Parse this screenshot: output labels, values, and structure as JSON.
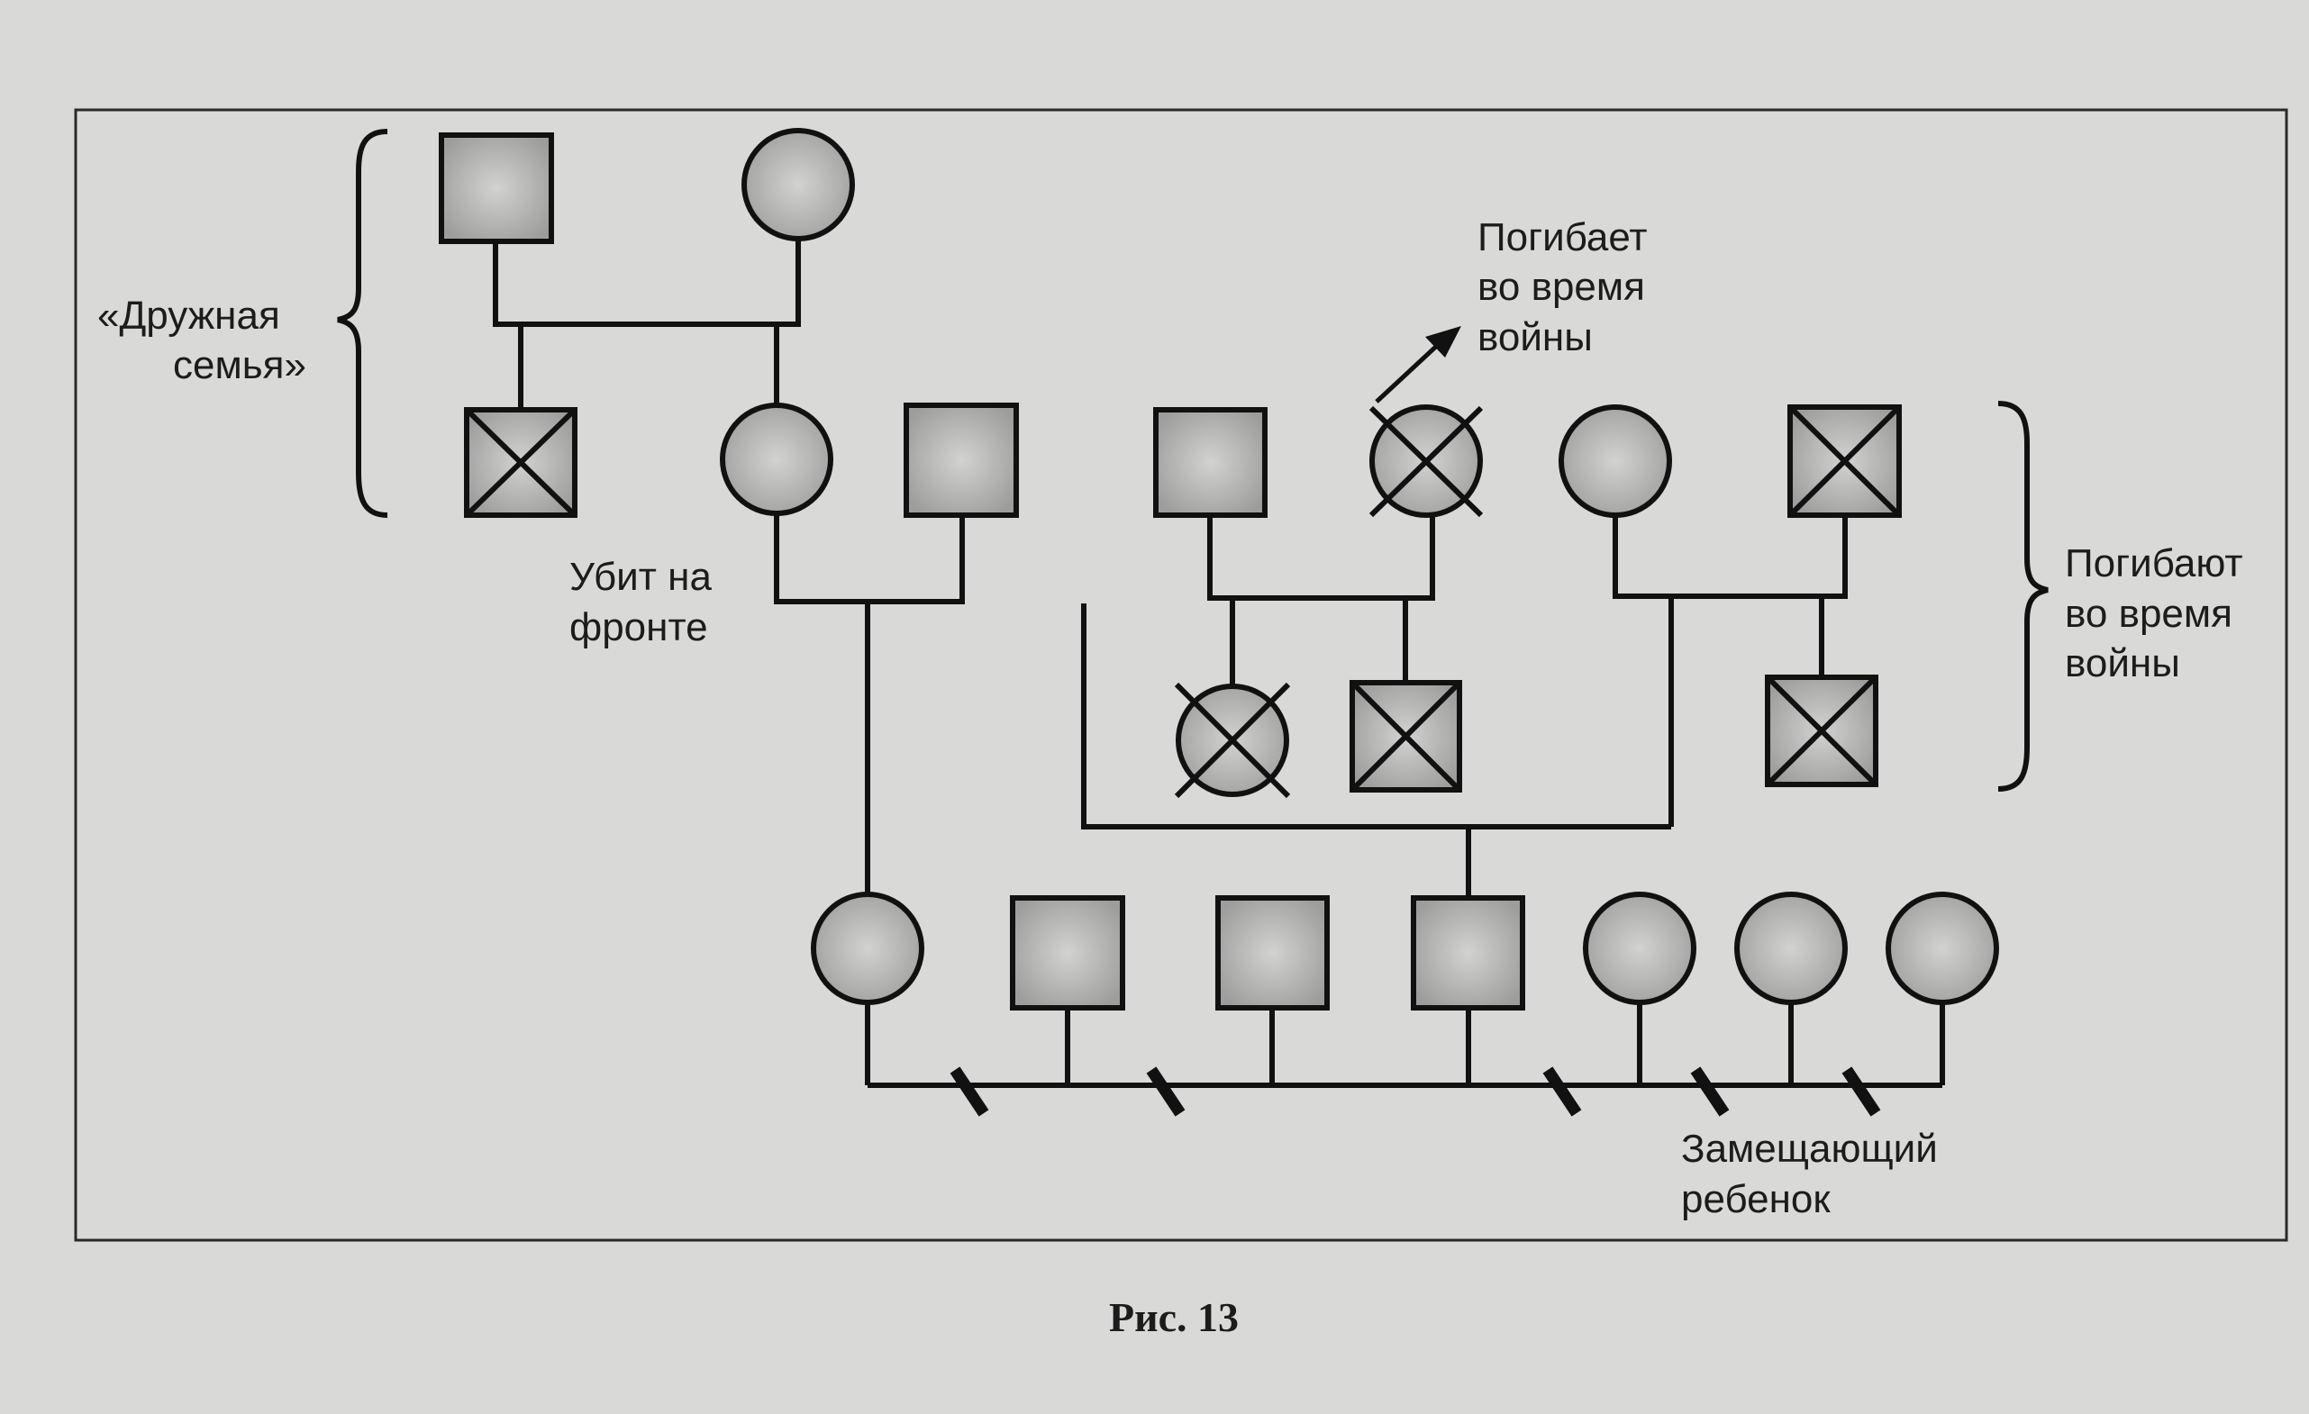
{
  "labels": {
    "family_line1": "«Дружная",
    "family_line2": "семья»",
    "killed_line1": "Убит на",
    "killed_line2": "фронте",
    "dies_line1": "Погибает",
    "dies_line2": "во время",
    "dies_line3": "войны",
    "die_line1": "Погибают",
    "die_line2": "во время",
    "die_line3": "войны",
    "replacement_line1": "Замещающий",
    "replacement_line2": "ребенок"
  },
  "caption": "Рис. 13",
  "colors": {
    "frame": "#2a2a2a",
    "line": "#111111",
    "symbol_fill": "#b3b3b1",
    "background": "#d9d9d7"
  }
}
